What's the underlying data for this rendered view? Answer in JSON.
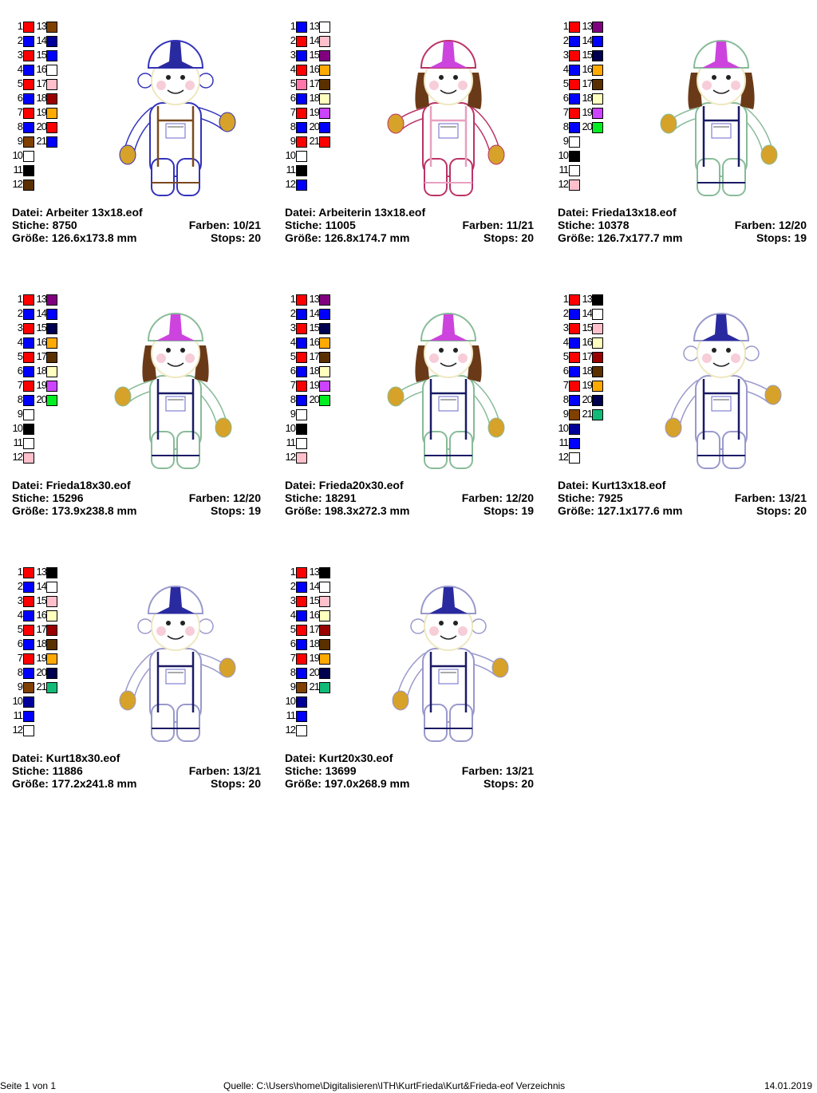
{
  "designs": [
    {
      "file": "Datei: Arbeiter 13x18.eof",
      "stitches": "Stiche: 8750",
      "colors": "Farben: 10/21",
      "size": "Größe: 126.6x173.8 mm",
      "stops": "Stops: 20",
      "left": [
        [
          "1",
          "#ff0000"
        ],
        [
          "2",
          "#0000ff"
        ],
        [
          "3",
          "#ff0000"
        ],
        [
          "4",
          "#0000ff"
        ],
        [
          "5",
          "#ff0000"
        ],
        [
          "6",
          "#0000ff"
        ],
        [
          "7",
          "#ff0000"
        ],
        [
          "8",
          "#0000ff"
        ],
        [
          "9",
          "#804000"
        ],
        [
          "10",
          "#ffffff"
        ],
        [
          "11",
          "#000000"
        ],
        [
          "12",
          "#5a3000"
        ]
      ],
      "right": [
        [
          "13",
          "#804000"
        ],
        [
          "14",
          "#000099"
        ],
        [
          "15",
          "#0000ff"
        ],
        [
          "16",
          "#ffffff"
        ],
        [
          "17",
          "#ffc0cb"
        ],
        [
          "18",
          "#990000"
        ],
        [
          "19",
          "#ffaa00"
        ],
        [
          "20",
          "#ff0000"
        ],
        [
          "21",
          "#0000ff"
        ]
      ],
      "figure": {
        "kind": "boy",
        "pose": "right-up",
        "outline": "#3333bb",
        "hat": "#2a2aa0",
        "strap": "#7a4a20",
        "hair": "#a0602a"
      }
    },
    {
      "file": "Datei: Arbeiterin 13x18.eof",
      "stitches": "Stiche: 11005",
      "colors": "Farben: 11/21",
      "size": "Größe: 126.8x174.7 mm",
      "stops": "Stops: 20",
      "left": [
        [
          "1",
          "#0000ff"
        ],
        [
          "2",
          "#ff0000"
        ],
        [
          "3",
          "#0000ff"
        ],
        [
          "4",
          "#ff0000"
        ],
        [
          "5",
          "#ff77aa"
        ],
        [
          "6",
          "#0000ff"
        ],
        [
          "7",
          "#ff0000"
        ],
        [
          "8",
          "#0000ff"
        ],
        [
          "9",
          "#ff0000"
        ],
        [
          "10",
          "#ffffff"
        ],
        [
          "11",
          "#000000"
        ],
        [
          "12",
          "#0000ff"
        ]
      ],
      "right": [
        [
          "13",
          "#ffffff"
        ],
        [
          "14",
          "#ffc0cb"
        ],
        [
          "15",
          "#800080"
        ],
        [
          "16",
          "#ffaa00"
        ],
        [
          "17",
          "#5a3000"
        ],
        [
          "18",
          "#ffffc0"
        ],
        [
          "19",
          "#cc44ff"
        ],
        [
          "20",
          "#0000ff"
        ],
        [
          "21",
          "#ff0000"
        ]
      ],
      "figure": {
        "kind": "girl",
        "pose": "left-up",
        "outline": "#bb3366",
        "hat": "#cc44dd",
        "strap": "#e8a0c0",
        "hair": "#6a3a18"
      }
    },
    {
      "file": "Datei: Frieda13x18.eof",
      "stitches": "Stiche: 10378",
      "colors": "Farben: 12/20",
      "size": "Größe: 126.7x177.7 mm",
      "stops": "Stops: 19",
      "left": [
        [
          "1",
          "#ff0000"
        ],
        [
          "2",
          "#0000ff"
        ],
        [
          "3",
          "#ff0000"
        ],
        [
          "4",
          "#0000ff"
        ],
        [
          "5",
          "#ff0000"
        ],
        [
          "6",
          "#0000ff"
        ],
        [
          "7",
          "#ff0000"
        ],
        [
          "8",
          "#0000ff"
        ],
        [
          "9",
          "#ffffff"
        ],
        [
          "10",
          "#000000"
        ],
        [
          "11",
          "#ffffff"
        ],
        [
          "12",
          "#ffc0cb"
        ]
      ],
      "right": [
        [
          "13",
          "#800080"
        ],
        [
          "14",
          "#0000ff"
        ],
        [
          "15",
          "#000050"
        ],
        [
          "16",
          "#ffaa00"
        ],
        [
          "17",
          "#5a3000"
        ],
        [
          "18",
          "#ffffc0"
        ],
        [
          "19",
          "#cc44ff"
        ],
        [
          "20",
          "#00ee22"
        ]
      ],
      "figure": {
        "kind": "girl",
        "pose": "left-up",
        "outline": "#88bb99",
        "hat": "#cc44dd",
        "strap": "#1a1a66",
        "hair": "#6a3a18"
      }
    },
    {
      "file": "Datei: Frieda18x30.eof",
      "stitches": "Stiche: 15296",
      "colors": "Farben: 12/20",
      "size": "Größe: 173.9x238.8 mm",
      "stops": "Stops: 19",
      "left": [
        [
          "1",
          "#ff0000"
        ],
        [
          "2",
          "#0000ff"
        ],
        [
          "3",
          "#ff0000"
        ],
        [
          "4",
          "#0000ff"
        ],
        [
          "5",
          "#ff0000"
        ],
        [
          "6",
          "#0000ff"
        ],
        [
          "7",
          "#ff0000"
        ],
        [
          "8",
          "#0000ff"
        ],
        [
          "9",
          "#ffffff"
        ],
        [
          "10",
          "#000000"
        ],
        [
          "11",
          "#ffffff"
        ],
        [
          "12",
          "#ffc0cb"
        ]
      ],
      "right": [
        [
          "13",
          "#800080"
        ],
        [
          "14",
          "#0000ff"
        ],
        [
          "15",
          "#000050"
        ],
        [
          "16",
          "#ffaa00"
        ],
        [
          "17",
          "#5a3000"
        ],
        [
          "18",
          "#ffffc0"
        ],
        [
          "19",
          "#cc44ff"
        ],
        [
          "20",
          "#00ee22"
        ]
      ],
      "figure": {
        "kind": "girl",
        "pose": "left-up",
        "outline": "#88bb99",
        "hat": "#cc44dd",
        "strap": "#1a1a66",
        "hair": "#6a3a18"
      }
    },
    {
      "file": "Datei: Frieda20x30.eof",
      "stitches": "Stiche: 18291",
      "colors": "Farben: 12/20",
      "size": "Größe: 198.3x272.3 mm",
      "stops": "Stops: 19",
      "left": [
        [
          "1",
          "#ff0000"
        ],
        [
          "2",
          "#0000ff"
        ],
        [
          "3",
          "#ff0000"
        ],
        [
          "4",
          "#0000ff"
        ],
        [
          "5",
          "#ff0000"
        ],
        [
          "6",
          "#0000ff"
        ],
        [
          "7",
          "#ff0000"
        ],
        [
          "8",
          "#0000ff"
        ],
        [
          "9",
          "#ffffff"
        ],
        [
          "10",
          "#000000"
        ],
        [
          "11",
          "#ffffff"
        ],
        [
          "12",
          "#ffc0cb"
        ]
      ],
      "right": [
        [
          "13",
          "#800080"
        ],
        [
          "14",
          "#0000ff"
        ],
        [
          "15",
          "#000050"
        ],
        [
          "16",
          "#ffaa00"
        ],
        [
          "17",
          "#5a3000"
        ],
        [
          "18",
          "#ffffc0"
        ],
        [
          "19",
          "#cc44ff"
        ],
        [
          "20",
          "#00ee22"
        ]
      ],
      "figure": {
        "kind": "girl",
        "pose": "left-up",
        "outline": "#88bb99",
        "hat": "#cc44dd",
        "strap": "#1a1a66",
        "hair": "#6a3a18"
      }
    },
    {
      "file": "Datei: Kurt13x18.eof",
      "stitches": "Stiche: 7925",
      "colors": "Farben: 13/21",
      "size": "Größe: 127.1x177.6 mm",
      "stops": "Stops: 20",
      "left": [
        [
          "1",
          "#ff0000"
        ],
        [
          "2",
          "#0000ff"
        ],
        [
          "3",
          "#ff0000"
        ],
        [
          "4",
          "#0000ff"
        ],
        [
          "5",
          "#ff0000"
        ],
        [
          "6",
          "#0000ff"
        ],
        [
          "7",
          "#ff0000"
        ],
        [
          "8",
          "#0000ff"
        ],
        [
          "9",
          "#804000"
        ],
        [
          "10",
          "#000099"
        ],
        [
          "11",
          "#0000ff"
        ],
        [
          "12",
          "#ffffff"
        ]
      ],
      "right": [
        [
          "13",
          "#000000"
        ],
        [
          "14",
          "#ffffff"
        ],
        [
          "15",
          "#ffc0cb"
        ],
        [
          "16",
          "#ffffc0"
        ],
        [
          "17",
          "#990000"
        ],
        [
          "18",
          "#5a3000"
        ],
        [
          "19",
          "#ffaa00"
        ],
        [
          "20",
          "#000050"
        ],
        [
          "21",
          "#11bb77"
        ]
      ],
      "figure": {
        "kind": "boy",
        "pose": "right-up",
        "outline": "#9999cc",
        "hat": "#2a2aa0",
        "strap": "#1a1a66",
        "hair": "#8a4a1a"
      }
    },
    {
      "file": "Datei: Kurt18x30.eof",
      "stitches": "Stiche: 11886",
      "colors": "Farben: 13/21",
      "size": "Größe: 177.2x241.8 mm",
      "stops": "Stops: 20",
      "left": [
        [
          "1",
          "#ff0000"
        ],
        [
          "2",
          "#0000ff"
        ],
        [
          "3",
          "#ff0000"
        ],
        [
          "4",
          "#0000ff"
        ],
        [
          "5",
          "#ff0000"
        ],
        [
          "6",
          "#0000ff"
        ],
        [
          "7",
          "#ff0000"
        ],
        [
          "8",
          "#0000ff"
        ],
        [
          "9",
          "#804000"
        ],
        [
          "10",
          "#000099"
        ],
        [
          "11",
          "#0000ff"
        ],
        [
          "12",
          "#ffffff"
        ]
      ],
      "right": [
        [
          "13",
          "#000000"
        ],
        [
          "14",
          "#ffffff"
        ],
        [
          "15",
          "#ffc0cb"
        ],
        [
          "16",
          "#ffffc0"
        ],
        [
          "17",
          "#990000"
        ],
        [
          "18",
          "#5a3000"
        ],
        [
          "19",
          "#ffaa00"
        ],
        [
          "20",
          "#000050"
        ],
        [
          "21",
          "#11bb77"
        ]
      ],
      "figure": {
        "kind": "boy",
        "pose": "right-up",
        "outline": "#9999cc",
        "hat": "#2a2aa0",
        "strap": "#1a1a66",
        "hair": "#8a4a1a"
      }
    },
    {
      "file": "Datei: Kurt20x30.eof",
      "stitches": "Stiche: 13699",
      "colors": "Farben: 13/21",
      "size": "Größe: 197.0x268.9 mm",
      "stops": "Stops: 20",
      "left": [
        [
          "1",
          "#ff0000"
        ],
        [
          "2",
          "#0000ff"
        ],
        [
          "3",
          "#ff0000"
        ],
        [
          "4",
          "#0000ff"
        ],
        [
          "5",
          "#ff0000"
        ],
        [
          "6",
          "#0000ff"
        ],
        [
          "7",
          "#ff0000"
        ],
        [
          "8",
          "#0000ff"
        ],
        [
          "9",
          "#804000"
        ],
        [
          "10",
          "#000099"
        ],
        [
          "11",
          "#0000ff"
        ],
        [
          "12",
          "#ffffff"
        ]
      ],
      "right": [
        [
          "13",
          "#000000"
        ],
        [
          "14",
          "#ffffff"
        ],
        [
          "15",
          "#ffc0cb"
        ],
        [
          "16",
          "#ffffc0"
        ],
        [
          "17",
          "#990000"
        ],
        [
          "18",
          "#5a3000"
        ],
        [
          "19",
          "#ffaa00"
        ],
        [
          "20",
          "#000050"
        ],
        [
          "21",
          "#11bb77"
        ]
      ],
      "figure": {
        "kind": "boy",
        "pose": "right-up",
        "outline": "#9999cc",
        "hat": "#2a2aa0",
        "strap": "#1a1a66",
        "hair": "#8a4a1a"
      }
    }
  ],
  "footer": {
    "page": "Seite 1 von 1",
    "source": "Quelle: C:\\Users\\home\\Digitalisieren\\ITH\\KurtFrieda\\Kurt&Frieda-eof Verzeichnis",
    "date": "14.01.2019"
  }
}
